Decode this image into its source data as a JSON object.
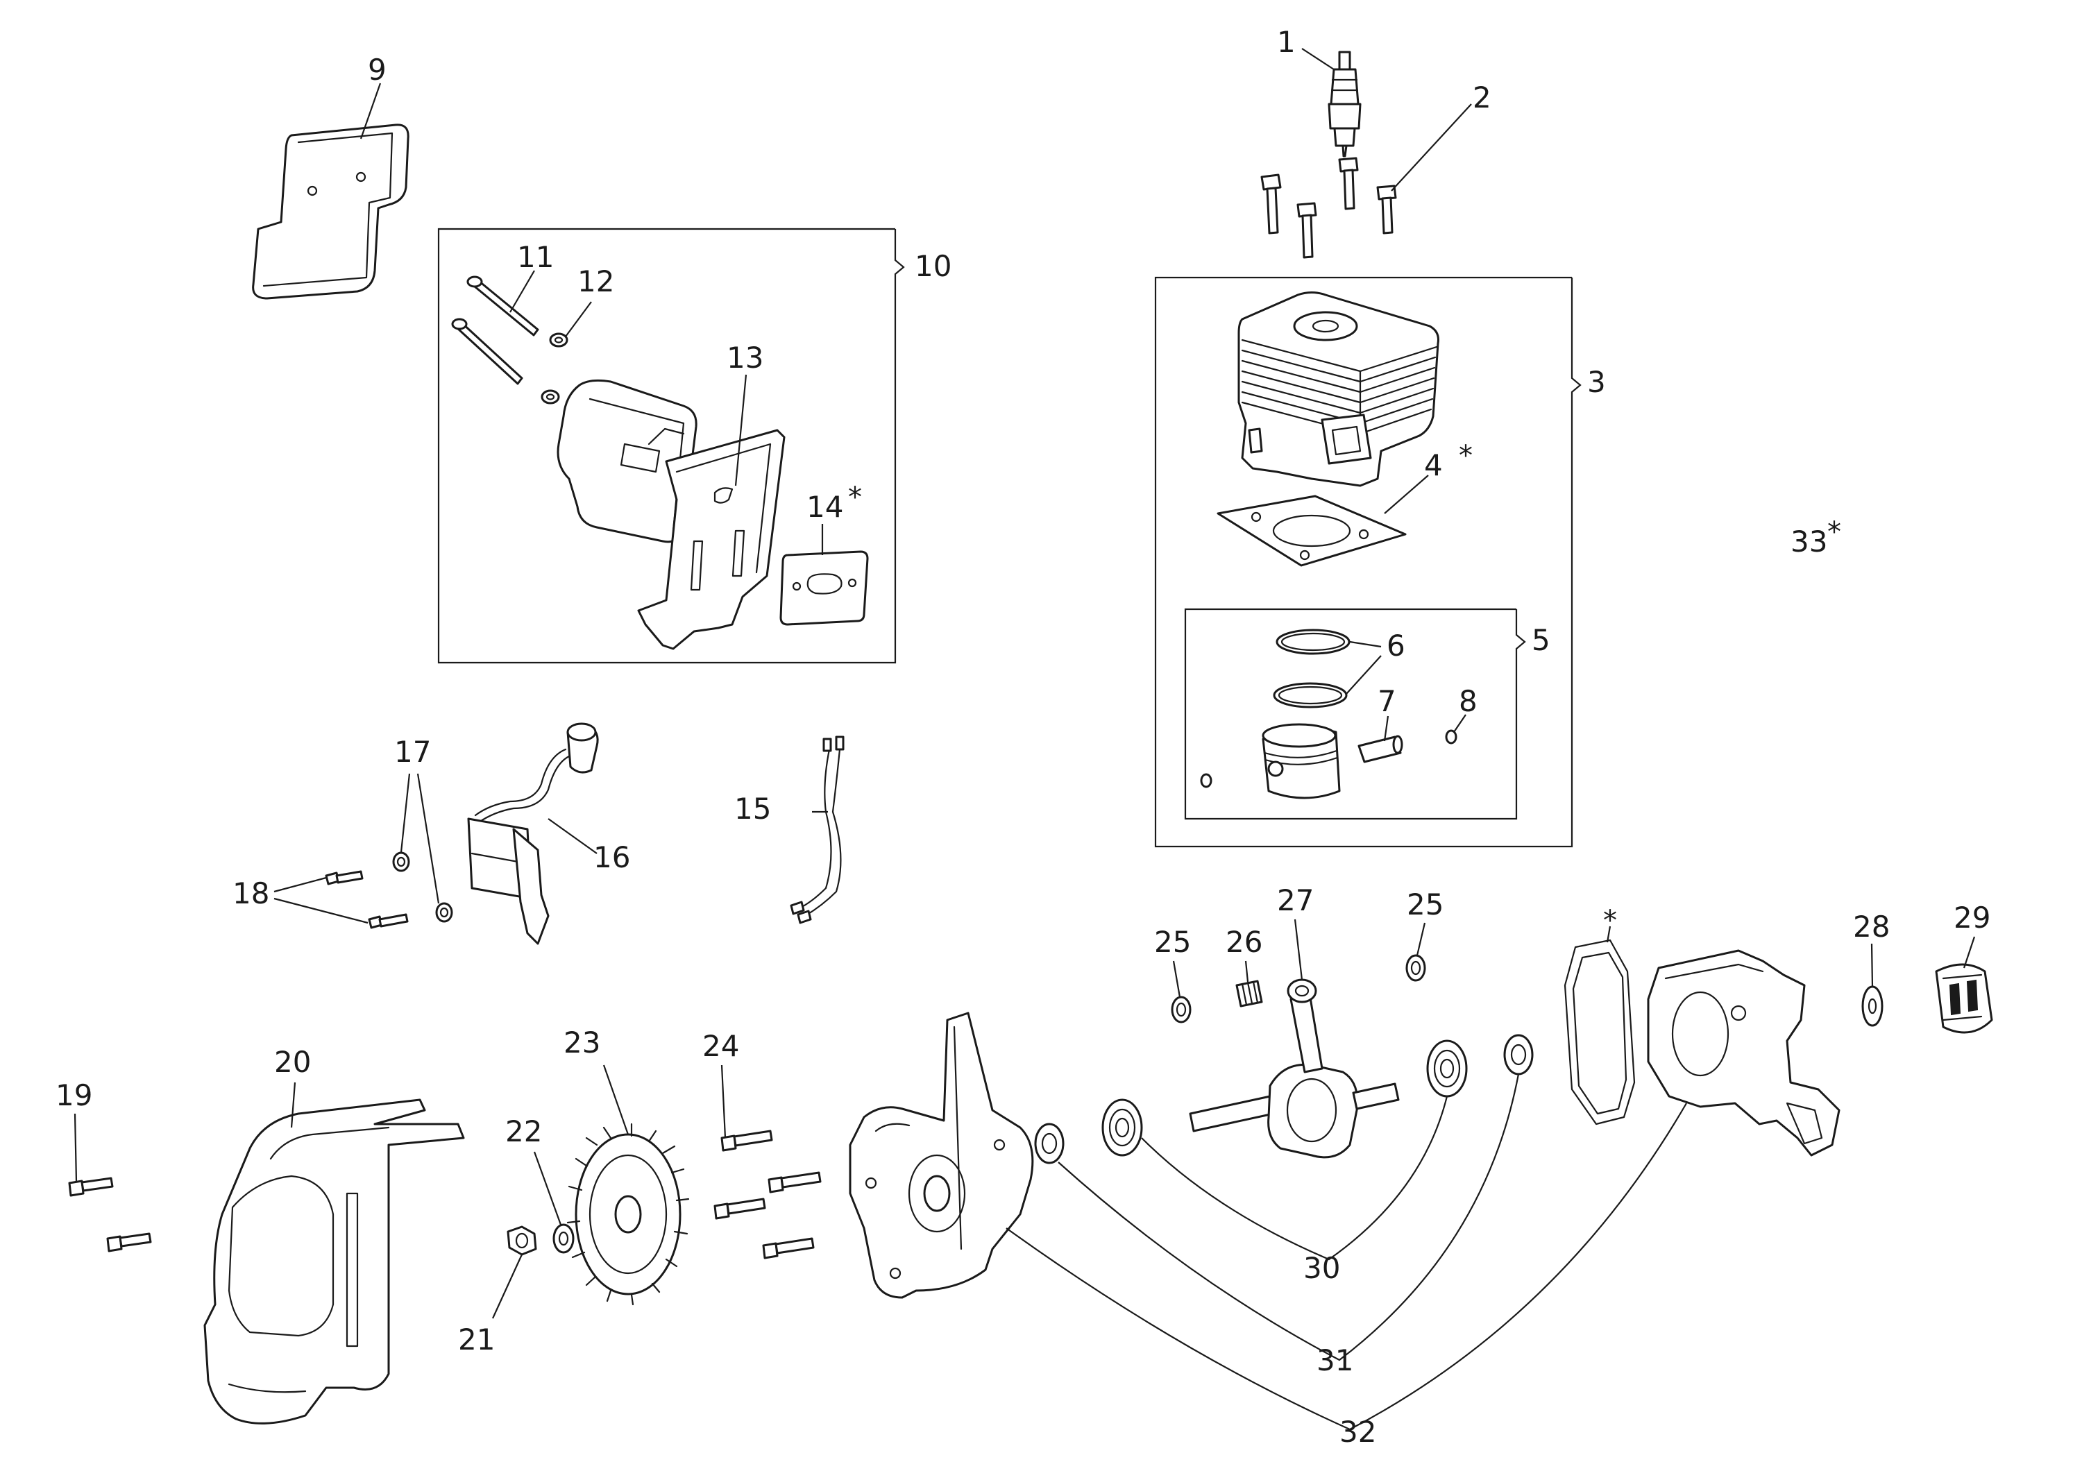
{
  "callouts": {
    "c1": "1",
    "c2": "2",
    "c3": "3",
    "c4": "4",
    "c5": "5",
    "c6": "6",
    "c7": "7",
    "c8": "8",
    "c9": "9",
    "c10": "10",
    "c11": "11",
    "c12": "12",
    "c13": "13",
    "c14": "14",
    "c15": "15",
    "c16": "16",
    "c17": "17",
    "c18": "18",
    "c19": "19",
    "c20": "20",
    "c21": "21",
    "c22": "22",
    "c23": "23",
    "c24": "24",
    "c25a": "25",
    "c25b": "25",
    "c26": "26",
    "c27": "27",
    "c28": "28",
    "c29": "29",
    "c30": "30",
    "c31": "31",
    "c32": "32",
    "c33": "33"
  },
  "markers": {
    "star": "*"
  }
}
